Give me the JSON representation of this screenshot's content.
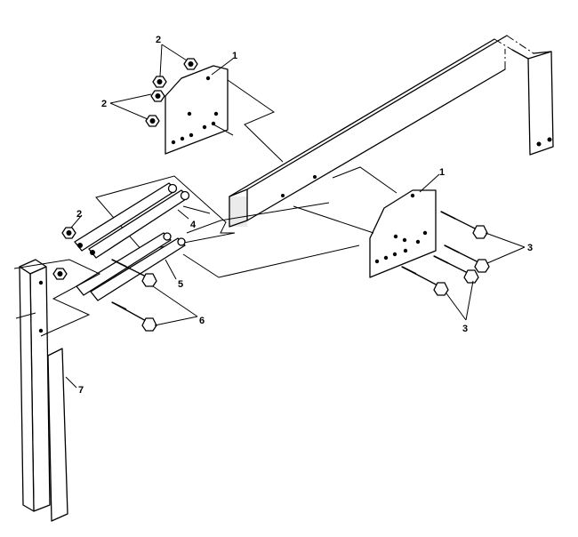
{
  "callouts": {
    "c1a": "1",
    "c1b": "1",
    "c2a": "2",
    "c2b": "2",
    "c2c": "2",
    "c3a": "3",
    "c3b": "3",
    "c4": "4",
    "c5": "5",
    "c6": "6",
    "c7": "7"
  }
}
